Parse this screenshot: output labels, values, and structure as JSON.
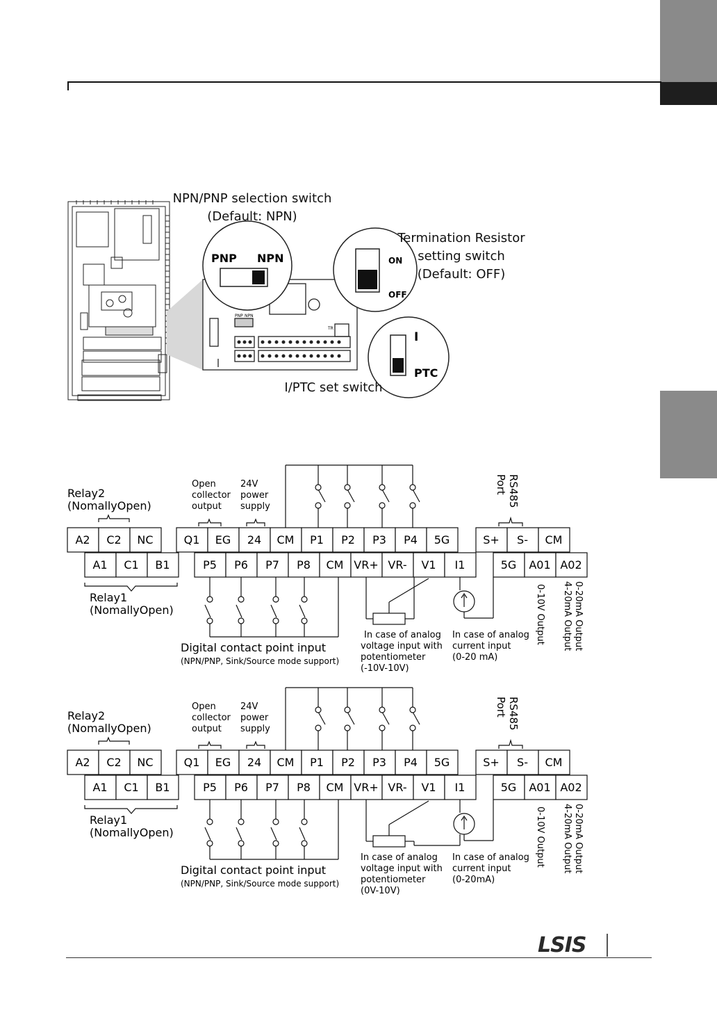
{
  "header": {
    "page_number": ""
  },
  "photo": {
    "npn_pnp_title": "NPN/PNP selection switch",
    "npn_pnp_default": "(Default: NPN)",
    "pnp_label": "PNP",
    "npn_label": "NPN",
    "termination_title": "Termination Resistor",
    "termination_title2": "setting switch",
    "termination_default": "(Default: OFF)",
    "on_label": "ON",
    "off_label": "OFF",
    "i_label": "I",
    "ptc_label": "PTC",
    "iptc_title": "I/PTC set switch",
    "board_pnp": "PNP",
    "board_npn": "NPN",
    "board_tr": "TR"
  },
  "diagram1": {
    "relay2": "Relay2",
    "relay2_sub": "(NomallyOpen)",
    "oc1": "Open",
    "oc2": "collector",
    "oc3": "output",
    "ps1": "24V",
    "ps2": "power",
    "ps3": "supply",
    "rs485_1": "RS485",
    "rs485_2": "Port",
    "top_row": [
      "A2",
      "C2",
      "NC",
      "Q1",
      "EG",
      "24",
      "CM",
      "P1",
      "P2",
      "P3",
      "P4",
      "5G",
      "S+",
      "S-",
      "CM"
    ],
    "bottom_row": [
      "A1",
      "C1",
      "B1",
      "P5",
      "P6",
      "P7",
      "P8",
      "CM",
      "VR+",
      "VR-",
      "V1",
      "I1",
      "5G",
      "A01",
      "A02"
    ],
    "relay1": "Relay1",
    "relay1_sub": "(NomallyOpen)",
    "digital": "Digital contact point input",
    "digital_sub": "(NPN/PNP, Sink/Source mode support)",
    "volt1": "In case of analog",
    "volt2": "voltage input with",
    "volt3": "potentiometer",
    "volt4": "(-10V-10V)",
    "cur1": "In case of analog",
    "cur2": "current input",
    "cur3": "(0-20 mA)",
    "out1": "0-10V Output",
    "out2a": "0-20mA Output",
    "out2b": "4-20mA Output"
  },
  "diagram2": {
    "relay2": "Relay2",
    "relay2_sub": "(NomallyOpen)",
    "oc1": "Open",
    "oc2": "collector",
    "oc3": "output",
    "ps1": "24V",
    "ps2": "power",
    "ps3": "supply",
    "rs485_1": "RS485",
    "rs485_2": "Port",
    "top_row": [
      "A2",
      "C2",
      "NC",
      "Q1",
      "EG",
      "24",
      "CM",
      "P1",
      "P2",
      "P3",
      "P4",
      "5G",
      "S+",
      "S-",
      "CM"
    ],
    "bottom_row": [
      "A1",
      "C1",
      "B1",
      "P5",
      "P6",
      "P7",
      "P8",
      "CM",
      "VR+",
      "VR-",
      "V1",
      "I1",
      "5G",
      "A01",
      "A02"
    ],
    "relay1": "Relay1",
    "relay1_sub": "(NomallyOpen)",
    "digital": "Digital contact point input",
    "digital_sub": "(NPN/PNP, Sink/Source mode support)",
    "volt1": "In case of analog",
    "volt2": "voltage input with",
    "volt3": "potentiometer",
    "volt4": "(0V-10V)",
    "cur1": "In case of analog",
    "cur2": "current input",
    "cur3": "(0-20mA)",
    "out1": "0-10V Output",
    "out2a": "0-20mA Output",
    "out2b": "4-20mA Output"
  },
  "footer": {
    "logo": "LSIS"
  },
  "colors": {
    "tab_gray": "#8a8a8a",
    "tab_dark": "#1e1e1e"
  }
}
